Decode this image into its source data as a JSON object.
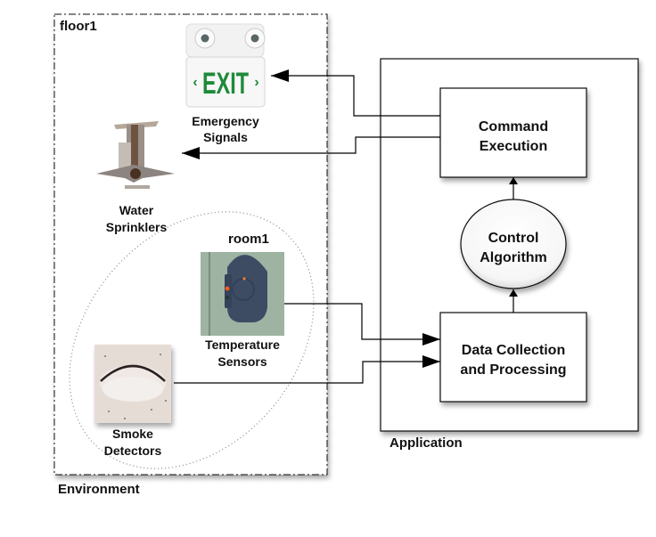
{
  "containers": {
    "environment": {
      "label": "Environment"
    },
    "floor": {
      "label": "floor1"
    },
    "room": {
      "label": "room1"
    },
    "application": {
      "label": "Application"
    }
  },
  "devices": {
    "emergency_signals": {
      "line1": "Emergency",
      "line2": "Signals",
      "sign_text": "EXIT",
      "sign_color": "#1e8a3a"
    },
    "water_sprinklers": {
      "line1": "Water",
      "line2": "Sprinklers"
    },
    "temperature_sensors": {
      "line1": "Temperature",
      "line2": "Sensors",
      "led_color": "#ff5a1a"
    },
    "smoke_detectors": {
      "line1": "Smoke",
      "line2": "Detectors"
    }
  },
  "components": {
    "command_execution": {
      "line1": "Command",
      "line2": "Execution"
    },
    "control_algorithm": {
      "line1": "Control",
      "line2": "Algorithm"
    },
    "data_collection": {
      "line1": "Data Collection",
      "line2": "and Processing"
    }
  },
  "flows": [
    {
      "from": "Command Execution",
      "to": "Emergency Signals"
    },
    {
      "from": "Command Execution",
      "to": "Water Sprinklers"
    },
    {
      "from": "Temperature Sensors",
      "to": "Data Collection and Processing"
    },
    {
      "from": "Smoke Detectors",
      "to": "Data Collection and Processing"
    },
    {
      "from": "Data Collection and Processing",
      "to": "Control Algorithm"
    },
    {
      "from": "Control Algorithm",
      "to": "Command Execution"
    }
  ]
}
